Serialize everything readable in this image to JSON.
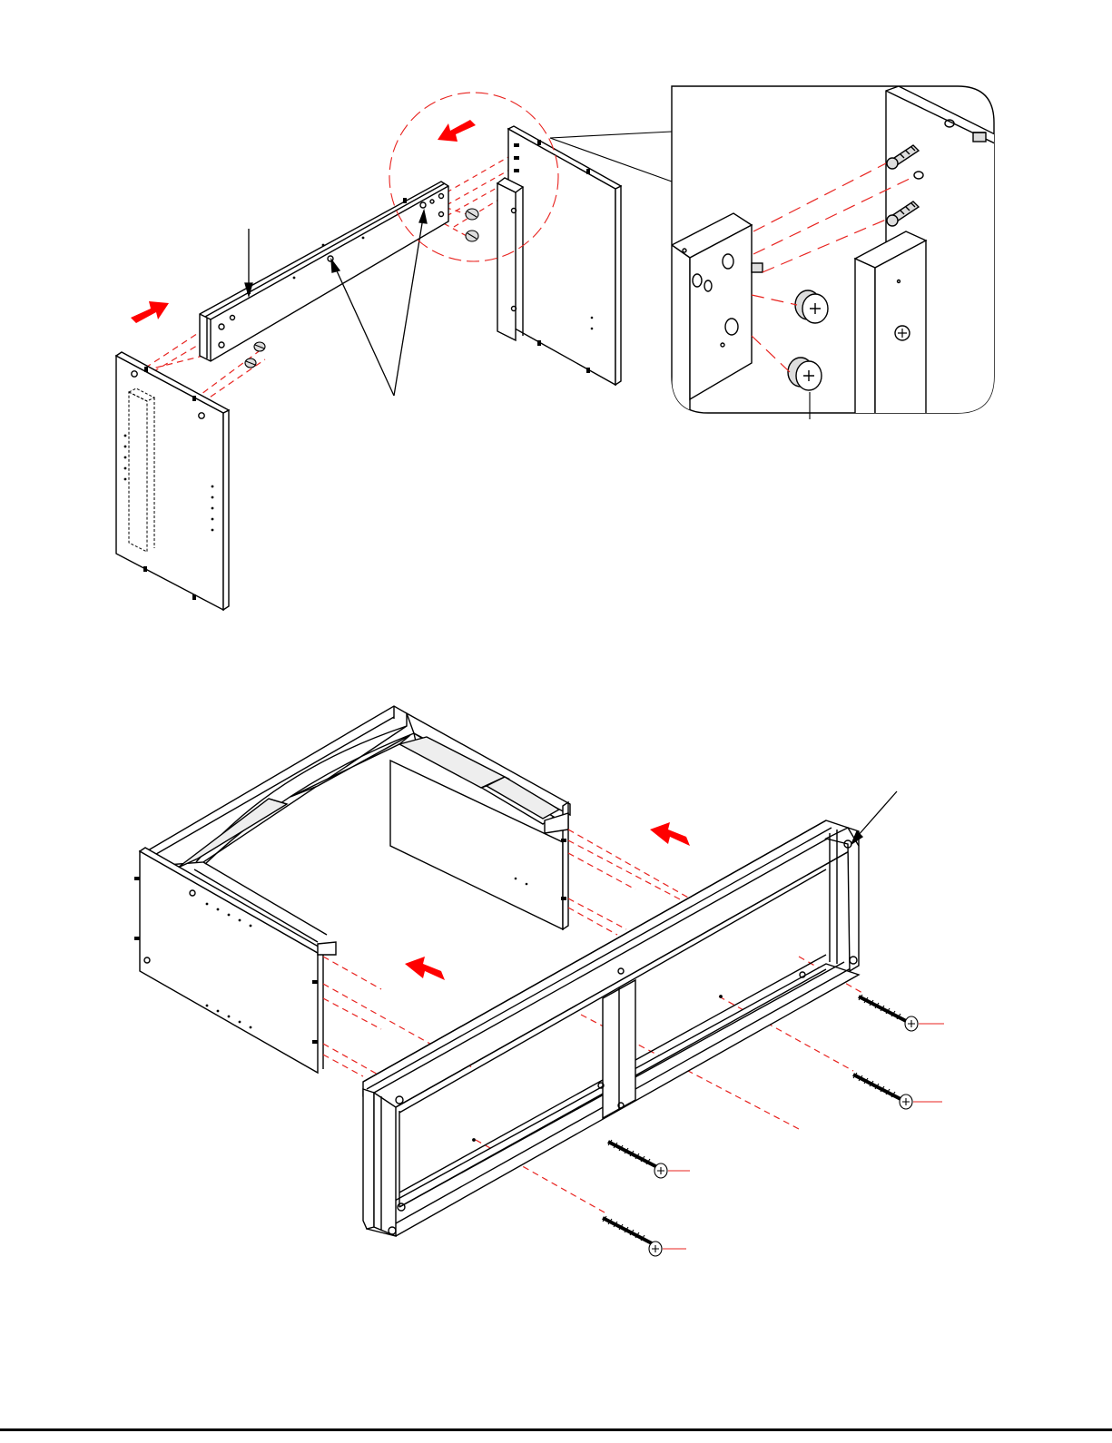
{
  "page": {
    "type": "assembly-instruction-sheet",
    "text_labels": []
  },
  "colors": {
    "line": "#000000",
    "assembly_guide": "#e8231f",
    "direction_arrow": "#ff0000",
    "panel_fill": "#ffffff",
    "shade": "#d8d8d8"
  },
  "icons": {
    "direction_arrow": "red-block-arrow-icon",
    "cam_lock": "cam-lock-icon",
    "cam_bolt": "cam-bolt-icon",
    "dowel": "wooden-dowel-icon",
    "screw": "wood-screw-icon"
  },
  "step_top": {
    "parts": [
      "left-side-panel",
      "back-rail",
      "right-side-panel",
      "cam-locks",
      "cam-bolts"
    ],
    "callout": "detail-magnifier"
  },
  "step_bottom": {
    "parts": [
      "assembled-frame",
      "front-frame",
      "wood-screws"
    ],
    "screw_count": 4
  }
}
